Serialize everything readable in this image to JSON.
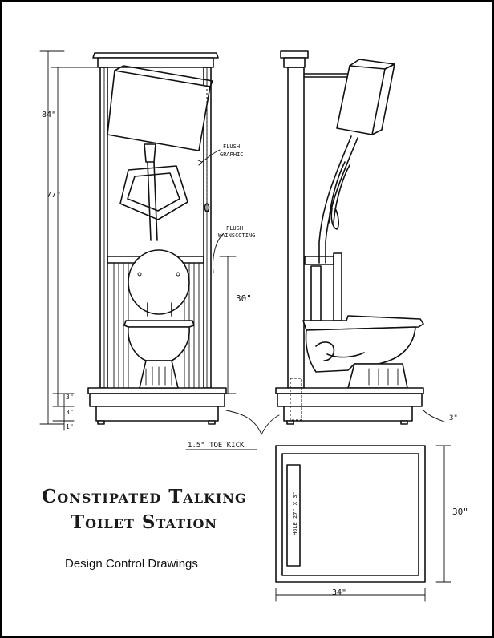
{
  "title": {
    "line1": "Constipated Talking",
    "line2": "Toilet Station"
  },
  "subtitle": "Design Control Drawings",
  "front_view": {
    "dim_overall": "84\"",
    "dim_frame": "77\"",
    "dim_wainscot": "30\"",
    "dim_base_top": "3\"",
    "dim_base_mid": "3\"",
    "dim_base_bot": "1\"",
    "note_flush_graphic": [
      "FLUSH",
      "GRAPHIC"
    ],
    "note_flush_wainscoting": [
      "FLUSH",
      "WAINSCOTING"
    ]
  },
  "side_view": {
    "dim_base": "3\"",
    "note_toe_kick": "1.5\" TOE KICK"
  },
  "plan_view": {
    "note_hole": "HOLE 27\" X 3\"",
    "dim_depth": "30\"",
    "dim_width": "34\""
  }
}
